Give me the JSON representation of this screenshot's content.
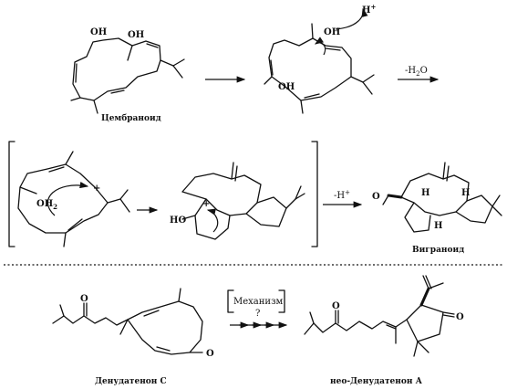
{
  "labels": {
    "cembranoid": "Цембраноид",
    "vigranoid": "Виграноид",
    "denudatenone_c": "Денудатенон С",
    "neo_denudatenone_a": "нео-Денудатенон А"
  },
  "reagents": {
    "proton_add": "H",
    "proton_add_sup": "+",
    "water_loss": "-H",
    "water_loss_sub": "2",
    "water_loss_tail": "O",
    "proton_loss": "-H",
    "proton_loss_sup": "+",
    "mechanism": "Механизм",
    "mechanism_q": "?"
  },
  "atoms": {
    "oh": "OH",
    "ho": "HO",
    "oh2": "OH",
    "oh2_sub": "2",
    "plus": "+",
    "o": "O",
    "h": "H"
  }
}
